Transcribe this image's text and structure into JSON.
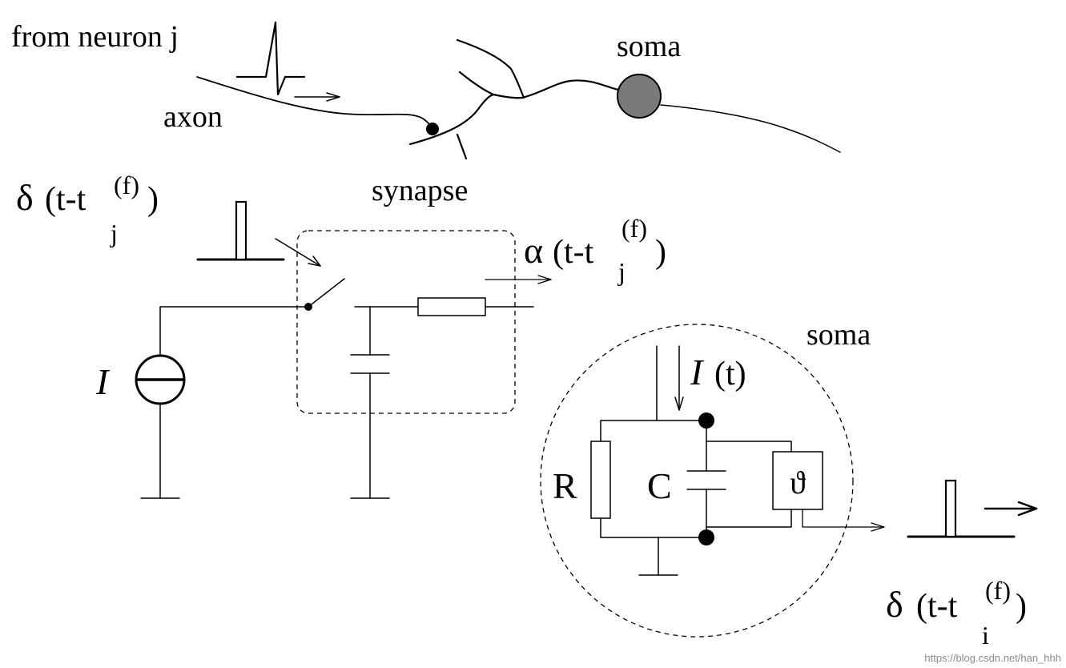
{
  "neuron_sketch": {
    "from_label": "from neuron j",
    "axon_label": "axon",
    "synapse_label": "synapse",
    "soma_label": "soma",
    "soma_fill": "#7a7a7a"
  },
  "input_pulse": {
    "delta": "δ",
    "open": "(t-t",
    "sup": "(f)",
    "sub": "j",
    "close": ")"
  },
  "synapse_output": {
    "alpha": "α",
    "open": "(t-t",
    "sup": "(f)",
    "sub": "j",
    "close": ")"
  },
  "current_source": {
    "label": "I"
  },
  "soma_circuit": {
    "soma_label": "soma",
    "current_italic": "I",
    "current_rest": "(t)",
    "resistor_label": "R",
    "capacitor_label": "C",
    "threshold_symbol": "ϑ"
  },
  "output_pulse": {
    "delta": "δ",
    "open": "(t-t",
    "sup": "(f)",
    "sub": "i",
    "close": ")"
  },
  "watermark": "https://blog.csdn.net/han_hhh"
}
